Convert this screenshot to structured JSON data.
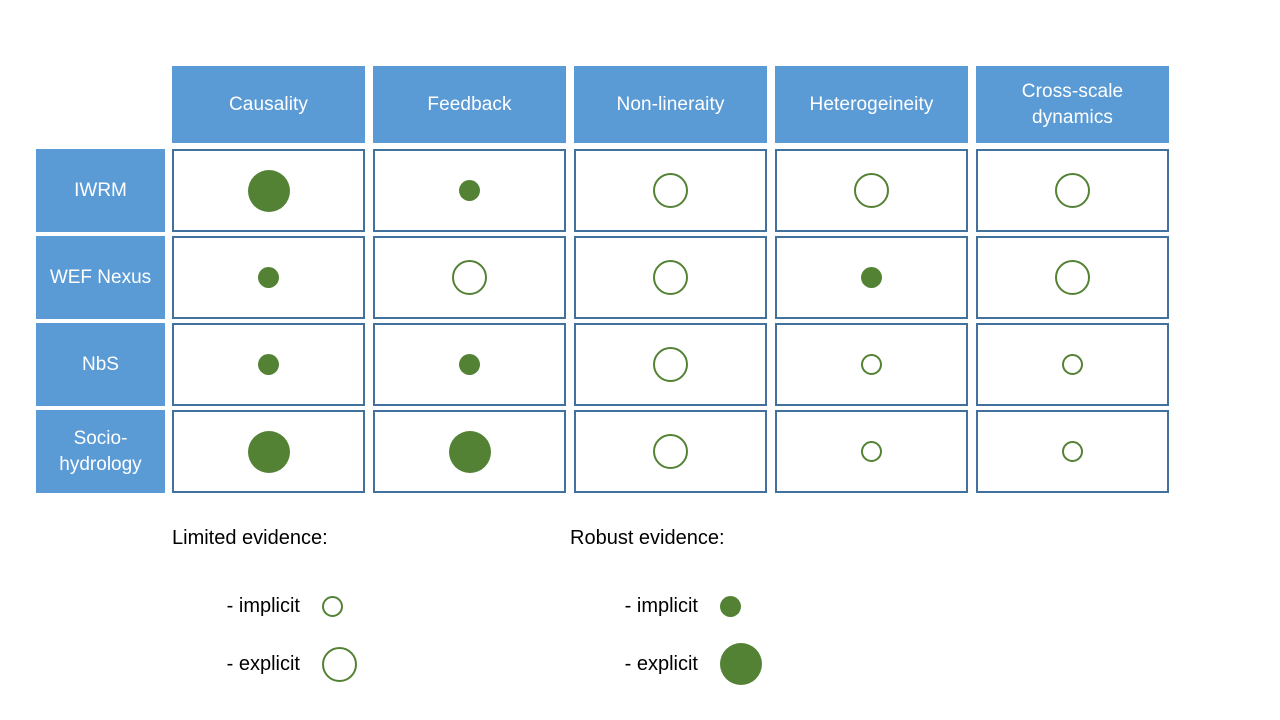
{
  "chart_data": {
    "type": "table",
    "title": "",
    "column_headers": [
      "Causality",
      "Feedback",
      "Non-lineraity",
      "Heterogeineity",
      "Cross-scale dynamics"
    ],
    "row_headers": [
      "IWRM",
      "WEF Nexus",
      "NbS",
      "Socio-hydrology"
    ],
    "marker_scale": {
      "filled-large": "Robust evidence - explicit",
      "filled-small": "Robust evidence - implicit",
      "open-large": "Limited evidence - explicit",
      "open-small": "Limited evidence - implicit"
    },
    "cells": [
      {
        "row": "IWRM",
        "values": [
          "filled-large",
          "filled-small",
          "open-large",
          "open-large",
          "open-large"
        ]
      },
      {
        "row": "WEF Nexus",
        "values": [
          "filled-small",
          "open-large",
          "open-large",
          "filled-small",
          "open-large"
        ]
      },
      {
        "row": "NbS",
        "values": [
          "filled-small",
          "filled-small",
          "open-large",
          "open-small",
          "open-small"
        ]
      },
      {
        "row": "Socio-hydrology",
        "values": [
          "filled-large",
          "filled-large",
          "open-large",
          "open-small",
          "open-small"
        ]
      }
    ],
    "colors": {
      "header_fill": "#5B9BD5",
      "header_text": "#FFFFFF",
      "cell_border": "#41719C",
      "marker_green": "#548235",
      "background": "#FFFFFF",
      "legend_text": "#000000"
    }
  },
  "matrix": {
    "columns": [
      {
        "label": "Causality"
      },
      {
        "label": "Feedback"
      },
      {
        "label": "Non-lineraity"
      },
      {
        "label": "Heterogeineity"
      },
      {
        "label": "Cross-scale dynamics"
      }
    ],
    "rows": [
      {
        "label": "IWRM",
        "cells": [
          "filled-large",
          "filled-small",
          "open-large",
          "open-large",
          "open-large"
        ]
      },
      {
        "label": "WEF Nexus",
        "cells": [
          "filled-small",
          "open-large",
          "open-large",
          "filled-small",
          "open-large"
        ]
      },
      {
        "label": "NbS",
        "cells": [
          "filled-small",
          "filled-small",
          "open-large",
          "open-small",
          "open-small"
        ]
      },
      {
        "label": "Socio-hydrology",
        "cells": [
          "filled-large",
          "filled-large",
          "open-large",
          "open-small",
          "open-small"
        ]
      }
    ]
  },
  "legend": {
    "limited": {
      "title": "Limited evidence:",
      "entries": [
        {
          "label": "- implicit",
          "marker": "open-small"
        },
        {
          "label": "- explicit",
          "marker": "open-large"
        }
      ]
    },
    "robust": {
      "title": "Robust evidence:",
      "entries": [
        {
          "label": "- implicit",
          "marker": "filled-small"
        },
        {
          "label": "- explicit",
          "marker": "filled-large"
        }
      ]
    }
  }
}
